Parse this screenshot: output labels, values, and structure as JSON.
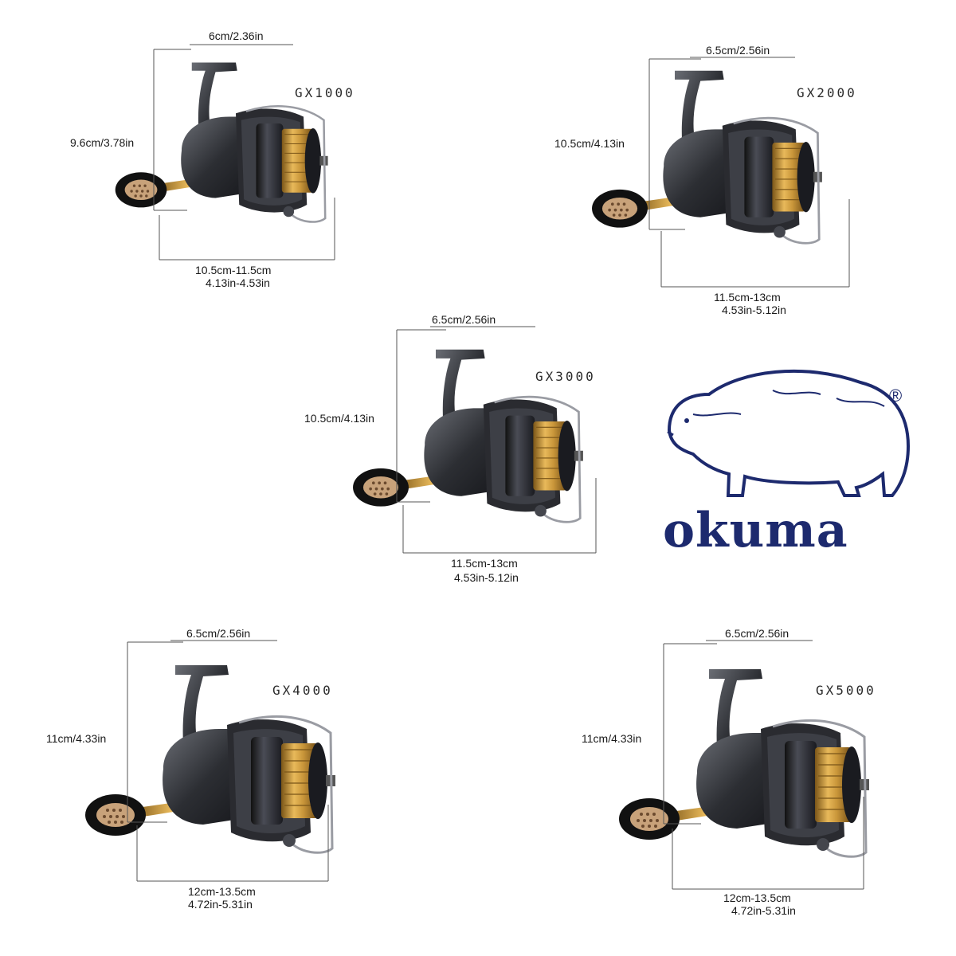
{
  "reels": [
    {
      "model": "GX1000",
      "top": "6cm/2.36in",
      "height": "9.6cm/3.78in",
      "len1": "10.5cm-11.5cm",
      "len2": "4.13in-4.53in"
    },
    {
      "model": "GX2000",
      "top": "6.5cm/2.56in",
      "height": "10.5cm/4.13in",
      "len1": "11.5cm-13cm",
      "len2": "4.53in-5.12in"
    },
    {
      "model": "GX3000",
      "top": "6.5cm/2.56in",
      "height": "10.5cm/4.13in",
      "len1": "11.5cm-13cm",
      "len2": "4.53in-5.12in"
    },
    {
      "model": "GX4000",
      "top": "6.5cm/2.56in",
      "height": "11cm/4.33in",
      "len1": "12cm-13.5cm",
      "len2": "4.72in-5.31in"
    },
    {
      "model": "GX5000",
      "top": "6.5cm/2.56in",
      "height": "11cm/4.33in",
      "len1": "12cm-13.5cm",
      "len2": "4.72in-5.31in"
    }
  ],
  "logo": {
    "brand": "okuma",
    "mark": "®",
    "icon": "polar-bear-icon"
  },
  "colors": {
    "gold": "#c9963a",
    "gunmetal": "#3b3d42",
    "brand_blue": "#1d2a6e"
  }
}
